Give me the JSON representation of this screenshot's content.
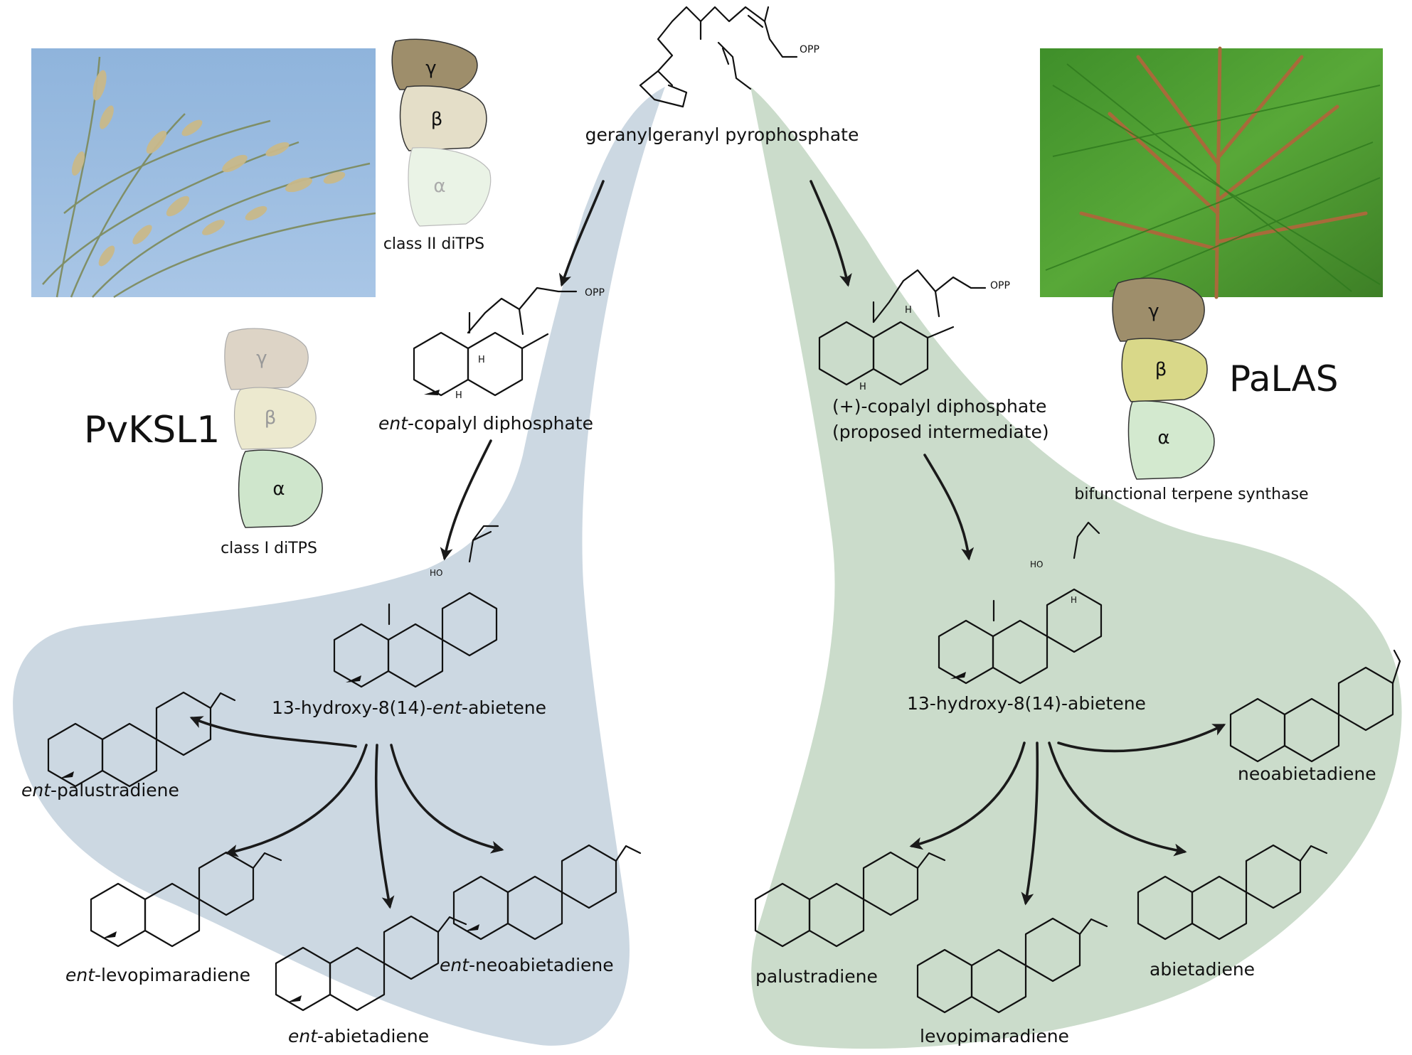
{
  "colors": {
    "blue_region": "#ccd8e2",
    "green_region": "#cbdccb",
    "gamma_dark": "#9e8e6b",
    "beta_dark": "#e4dec8",
    "alpha_pale": "#eaf3e6",
    "gamma_pale": "#ddd4c6",
    "beta_pale": "#ece9cf",
    "alpha_green": "#cfe6cc",
    "gamma_palas": "#9e8e6b",
    "beta_palas": "#d9d889",
    "alpha_palas": "#d3e9cf"
  },
  "domains": {
    "gamma": "γ",
    "beta": "β",
    "alpha": "α"
  },
  "photos": {
    "left": "grass-panicle-photo",
    "right": "spruce-branch-photo"
  },
  "enzymes": {
    "left_name": "PvKSL1",
    "right_name": "PaLAS",
    "class2": "class II diTPS",
    "class1": "class I diTPS",
    "bifunctional": "bifunctional terpene synthase"
  },
  "structure_labels": {
    "opp": "OPP",
    "ho": "HO",
    "h": "H"
  },
  "compounds": {
    "ggpp": "geranylgeranyl pyrophosphate",
    "ent_cpp_prefix": "ent",
    "ent_cpp_rest": "-copalyl diphosphate",
    "plus_cpp_line1": "(+)-copalyl diphosphate",
    "plus_cpp_line2": "(proposed intermediate)",
    "ent_hydroxy_pre": "13-hydroxy-8(14)-",
    "ent_hydroxy_ent": "ent",
    "ent_hydroxy_post": "-abietene",
    "hydroxy": "13-hydroxy-8(14)-abietene",
    "ent_prefix": "ent",
    "ent_palustradiene_rest": "-palustradiene",
    "ent_levopimaradiene_rest": "-levopimaradiene",
    "ent_abietadiene_rest": "-abietadiene",
    "ent_neoabietadiene_rest": "-neoabietadiene",
    "neoabietadiene": "neoabietadiene",
    "palustradiene": "palustradiene",
    "levopimaradiene": "levopimaradiene",
    "abietadiene": "abietadiene"
  }
}
